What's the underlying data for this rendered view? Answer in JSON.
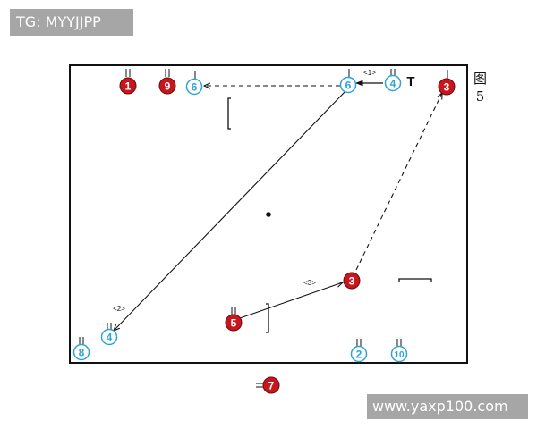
{
  "watermarks": {
    "top_left": "TG: MYYJJPP",
    "bottom_right": "www.yaxp100.com"
  },
  "figure": {
    "label_char": "图",
    "label_num": "5"
  },
  "colors": {
    "red": "#c8161d",
    "blue": "#2ea3d6",
    "line": "#111111"
  },
  "players": {
    "red": [
      "1",
      "9",
      "3",
      "3",
      "5",
      "7"
    ],
    "blue": [
      "6",
      "6",
      "4",
      "4",
      "8",
      "2",
      "10"
    ]
  },
  "annotations": {
    "pass1": "<1>",
    "pass2": "<2>",
    "pass3": "<3>",
    "marker": "T"
  }
}
